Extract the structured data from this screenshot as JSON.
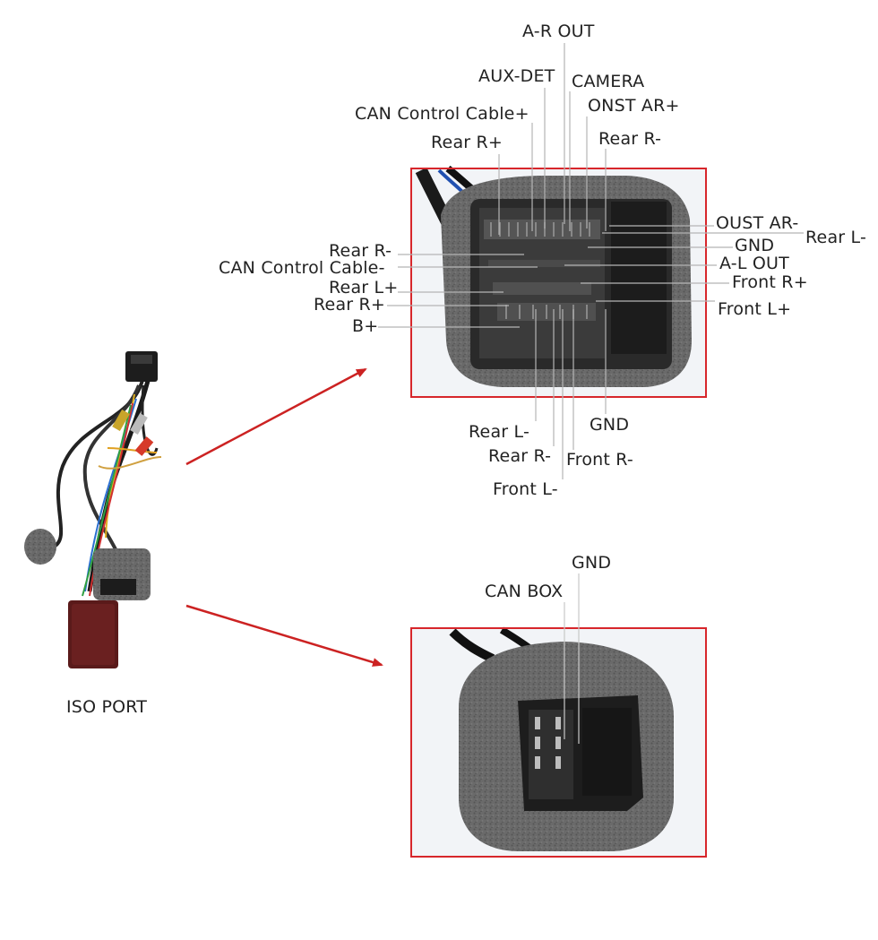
{
  "colors": {
    "frame": "#d7262b",
    "arrow": "#cc2222",
    "leader": "#b8b8b8",
    "foam": "#6d6d6d",
    "plastic": "#2b2b2b",
    "photo_bg": "#f1f3f6"
  },
  "harness": {
    "caption": "ISO PORT"
  },
  "main_connector": {
    "labels_top": [
      "A-R OUT",
      "AUX-DET",
      "CAMERA",
      "CAN Control Cable+",
      "ONST AR+",
      "Rear R+",
      "Rear R-"
    ],
    "labels_left": [
      "Rear R-",
      "CAN Control Cable-",
      "Rear L+",
      "Rear R+",
      "B+"
    ],
    "labels_right": [
      "OUST AR-",
      "Rear L-",
      "GND",
      "A-L OUT",
      "Front R+",
      "Front L+"
    ],
    "labels_bottom": [
      "GND",
      "Rear L-",
      "Rear R-",
      "Front R-",
      "Front L-"
    ]
  },
  "can_connector": {
    "labels": [
      "GND",
      "CAN BOX"
    ]
  }
}
